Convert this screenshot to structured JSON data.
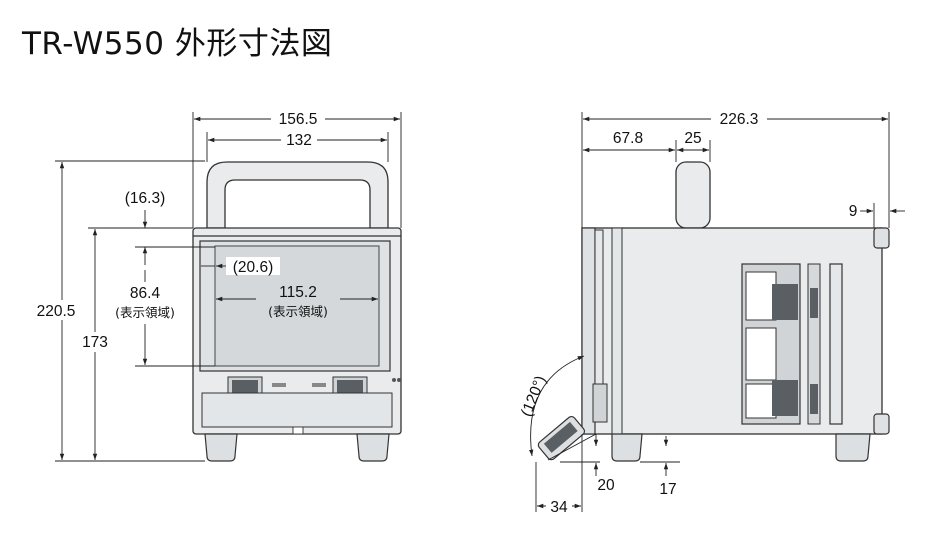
{
  "title": "TR-W550 外形寸法図",
  "front_view": {
    "overall_width": "156.5",
    "handle_width": "132",
    "overall_height": "220.5",
    "body_height": "173",
    "top_offset": "(16.3)",
    "left_offset": "(20.6)",
    "display_height": "86.4",
    "display_height_note": "(表示領域)",
    "display_width": "115.2",
    "display_width_note": "(表示領域)"
  },
  "side_view": {
    "overall_depth": "226.3",
    "handle_offset": "67.8",
    "handle_width": "25",
    "rear_offset": "9",
    "tilt_angle": "(120°)",
    "foot_height_front": "20",
    "foot_height_rear": "17",
    "tilt_depth": "34"
  },
  "colors": {
    "line": "#222222",
    "body_fill": "#e9ebec",
    "dark_part": "#5a5f63"
  }
}
